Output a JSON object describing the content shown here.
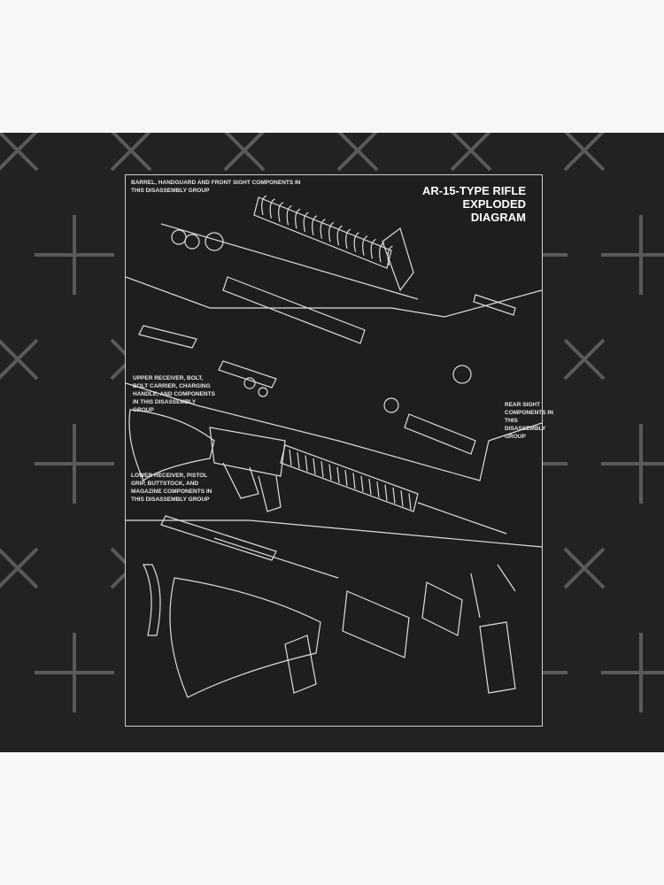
{
  "diagram": {
    "title_lines": [
      "AR-15-TYPE RIFLE",
      "EXPLODED",
      "DIAGRAM"
    ],
    "group_labels": {
      "barrel": "BARREL, HANDGUARD and FRONT SIGHT COMPONENTS IN THIS DISASSEMBLY GROUP",
      "upper": "UPPER RECEIVER, BOLT, BOLT CARRIER, CHARGING HANDLE, and COMPONENTS IN THIS DISASSEMBLY GROUP",
      "lower": "LOWER RECEIVER, PISTOL GRIP, BUTTSTOCK, and MAGAZINE COMPONENTS IN THIS DISASSEMBLY GROUP",
      "rear_sight": "REAR SIGHT COMPONENTS IN THIS DISASSEMBLY GROUP"
    },
    "colors": {
      "background": "#222222",
      "lines": "#e8e8e8",
      "pattern": "#5a5a5a",
      "page": "#f7f7f7"
    }
  }
}
